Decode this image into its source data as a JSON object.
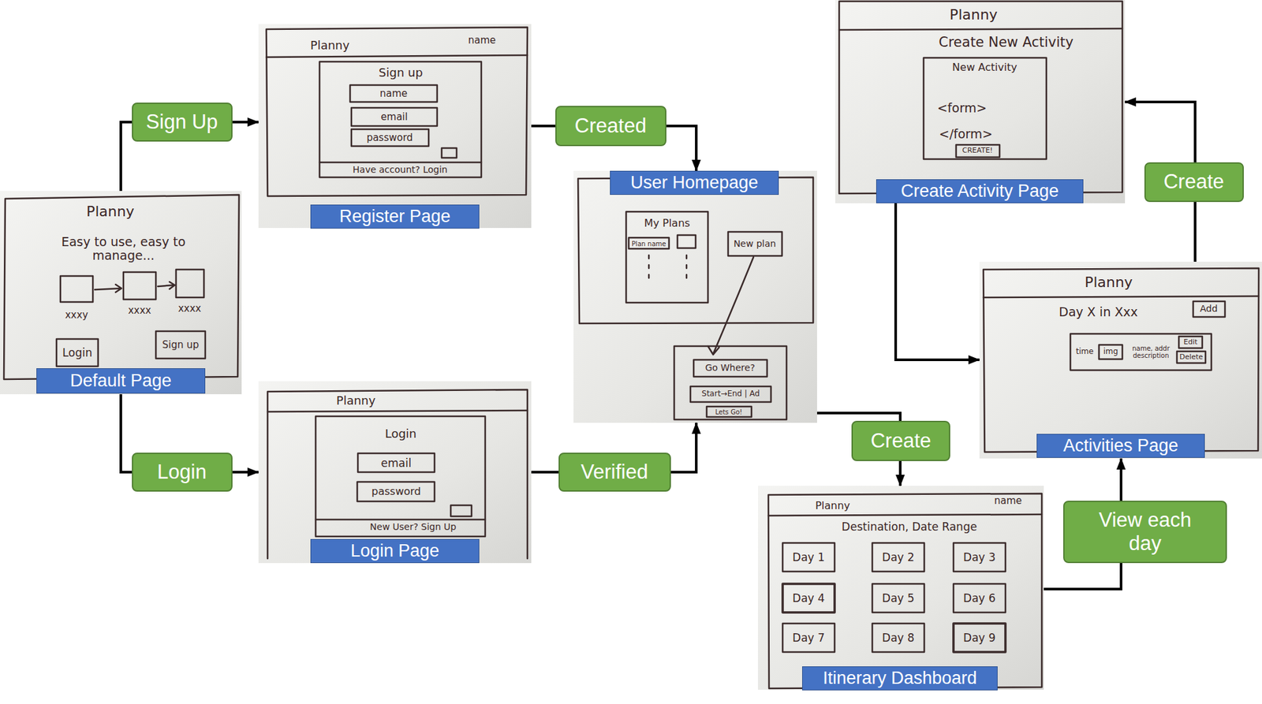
{
  "diagram": {
    "nodes": [
      {
        "text": [
          "Default Page"
        ]
      },
      {
        "text": [
          "Register Page"
        ]
      },
      {
        "text": [
          "Login Page"
        ]
      },
      {
        "text": [
          "User Homepage"
        ]
      },
      {
        "text": [
          "Itinerary Dashboard"
        ]
      },
      {
        "text": [
          "Activities Page"
        ]
      },
      {
        "text": [
          "Create Activity Page"
        ]
      }
    ],
    "edges": [
      {
        "from": 0,
        "to": 1,
        "label": "Sign Up",
        "arrow": "to"
      },
      {
        "from": 0,
        "to": 2,
        "label": "Login",
        "arrow": "to"
      },
      {
        "from": 1,
        "to": 3,
        "label": "Created",
        "arrow": "to"
      },
      {
        "from": 2,
        "to": 3,
        "label": "Verified",
        "arrow": "to"
      },
      {
        "from": 3,
        "to": 4,
        "label": "Create",
        "arrow": "to"
      },
      {
        "from": 4,
        "to": 5,
        "label": "View each day",
        "arrow": "to"
      },
      {
        "from": 5,
        "to": 6,
        "label": "Create",
        "arrow": "to"
      },
      {
        "from": 6,
        "to": 5,
        "arrow": "to"
      }
    ],
    "labels": [
      "Planny",
      "Easy to use, easy to manage...",
      "xxxy",
      "xxxx",
      "xxxx",
      "Login",
      "Sign up",
      "Planny",
      "name",
      "Sign up",
      "name",
      "email",
      "password",
      "Have account? Login",
      "Planny",
      "Login",
      "email",
      "password",
      "New User? Sign Up",
      "My Plans",
      "Plan name",
      "New plan",
      "Go Where?",
      "Start→End | Ad",
      "Lets Go!",
      "Planny",
      "name",
      "Destination, Date Range",
      "Day 1",
      "Day 2",
      "Day 3",
      "Day 4",
      "Day 5",
      "Day 6",
      "Day 7",
      "Day 8",
      "Day 9",
      "Planny",
      "Day X in Xxx",
      "Add",
      "time",
      "img",
      "name, addr description",
      "Edit",
      "Delete",
      "Planny",
      "Create New Activity",
      "New Activity",
      "<form>",
      "</form>",
      "CREATE!"
    ]
  }
}
